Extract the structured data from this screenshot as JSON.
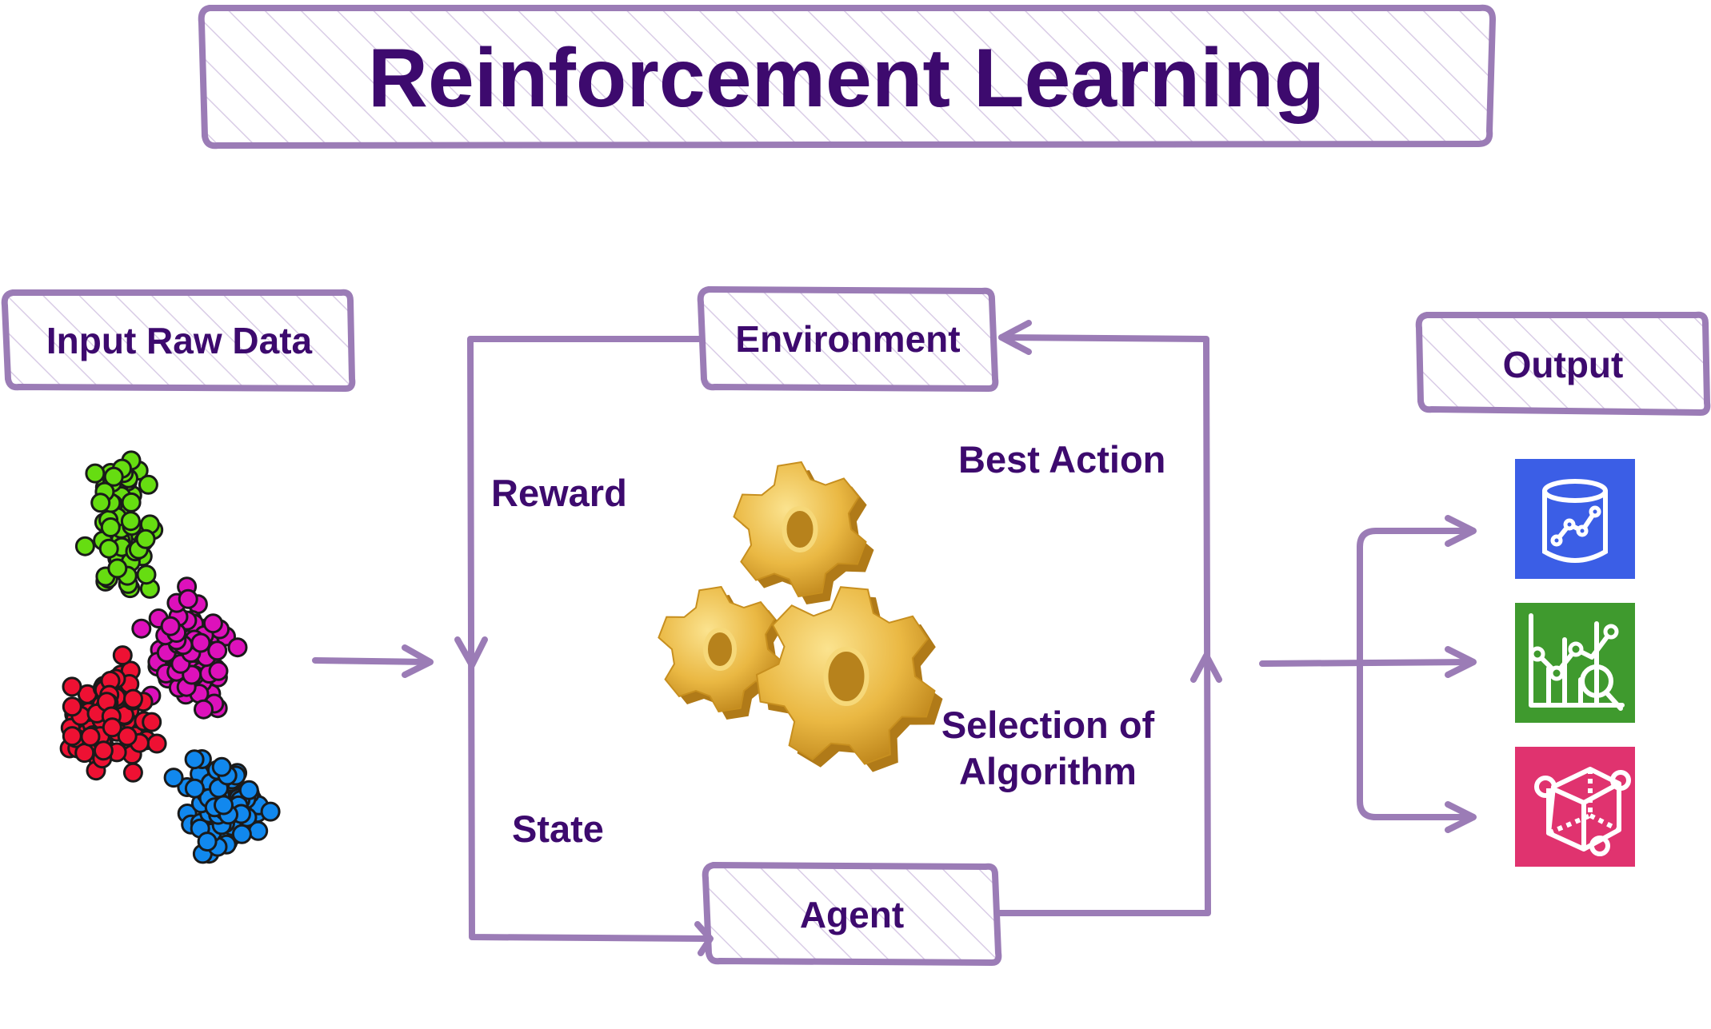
{
  "title": "Reinforcement Learning",
  "boxes": {
    "input": "Input Raw Data",
    "environment": "Environment",
    "agent": "Agent",
    "output": "Output"
  },
  "labels": {
    "reward": "Reward",
    "state": "State",
    "best_action": "Best Action",
    "selection_line1": "Selection  of",
    "selection_line2": "Algorithm"
  },
  "colors": {
    "box_stroke": "#9b7cb6",
    "text": "#3d0a6e",
    "cluster_green": "#66dd11",
    "cluster_magenta": "#dd11bb",
    "cluster_red": "#ee1133",
    "cluster_blue": "#1188ee",
    "icon_database": "#3b5ee6",
    "icon_analytics": "#3f9a2e",
    "icon_ml": "#e0336f",
    "gear": "#e8b33a"
  },
  "icons": [
    "database-analytics-icon",
    "data-analytics-icon",
    "machine-learning-cube-icon",
    "gears-icon"
  ]
}
